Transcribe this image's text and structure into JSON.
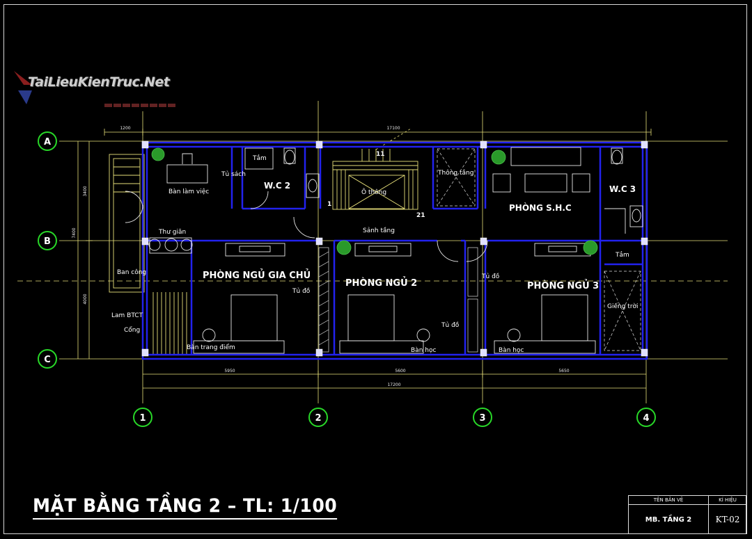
{
  "logo": {
    "text": "TaiLieuKienTruc.Net"
  },
  "title": "MẶT BẰNG TẦNG 2 – TL: 1/100",
  "title_block": {
    "drawing_name_header": "TÊN BẢN VẼ",
    "symbol_header": "KÍ HIỆU",
    "drawing_name": "MB. TẦNG 2",
    "symbol": "KT-02"
  },
  "grid_axes": {
    "rows": [
      "A",
      "B",
      "C"
    ],
    "cols": [
      "1",
      "2",
      "3",
      "4"
    ]
  },
  "dimensions": {
    "top_left": "1200",
    "top_total": "17100",
    "left_upper": "3400",
    "left_total": "7400",
    "left_lower": "4000",
    "bottom_1": "5950",
    "bottom_2": "5600",
    "bottom_3": "5650",
    "bottom_total": "17200"
  },
  "stair_numbers": {
    "top": "11",
    "left": "1",
    "bottom": "21"
  },
  "rooms": {
    "wc2": "W.C 2",
    "wc3": "W.C 3",
    "shc": "PHÒNG S.H.C",
    "master": "PHÒNG NGỦ GIA CHỦ",
    "bed2": "PHÒNG NGỦ 2",
    "bed3": "PHÒNG NGỦ 3"
  },
  "labels": {
    "tam1": "Tắm",
    "tam2": "Tắm",
    "tu_sach": "Tủ sách",
    "ban_lam_viec": "Bàn làm việc",
    "thu_gian": "Thư giãn",
    "ban_cong": "Ban công",
    "lam_btct": "Lam BTCT",
    "cong": "Cổng",
    "ban_trang_diem": "Bàn trang điểm",
    "tu_do_1": "Tủ đồ",
    "tu_do_2": "Tủ đồ",
    "tu_do_3": "Tủ đồ",
    "ban_hoc_1": "Bàn học",
    "ban_hoc_2": "Bàn học",
    "o_thong": "Ô thông",
    "thong_tang": "Thông tầng",
    "sanh_tang": "Sảnh tầng",
    "gieng_troi": "Giếng trời"
  },
  "colors": {
    "wall": "#2222ee",
    "grid": "#e8e07a",
    "axis": "#28d828",
    "text": "#ffffff",
    "stair": "#e8e07a",
    "plant": "#2a9a2a"
  }
}
